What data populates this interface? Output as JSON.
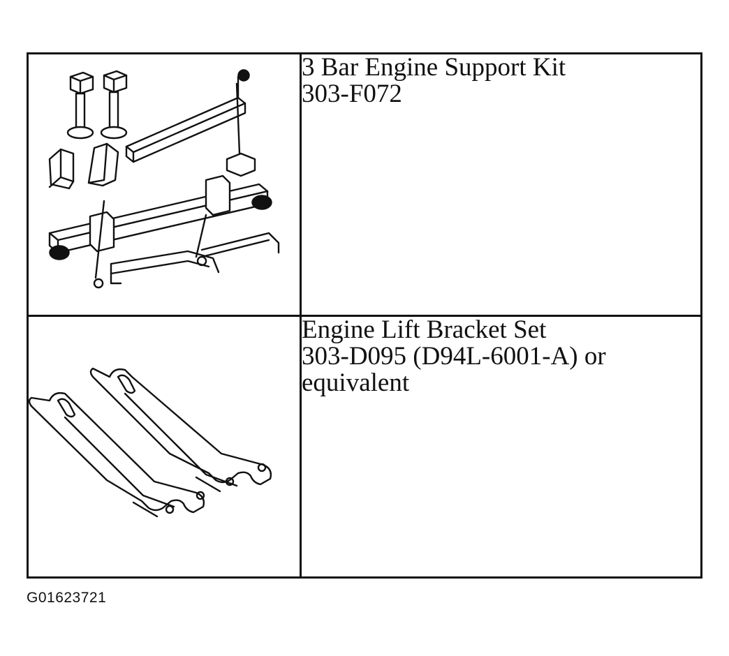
{
  "tools": [
    {
      "illustration_icon": "engine-support-kit-icon",
      "lines": [
        "3 Bar Engine Support Kit",
        "303-F072"
      ]
    },
    {
      "illustration_icon": "engine-lift-bracket-icon",
      "lines": [
        "Engine Lift Bracket Set",
        "303-D095 (D94L-6001-A) or",
        "equivalent"
      ]
    }
  ],
  "figure_code": "G01623721"
}
